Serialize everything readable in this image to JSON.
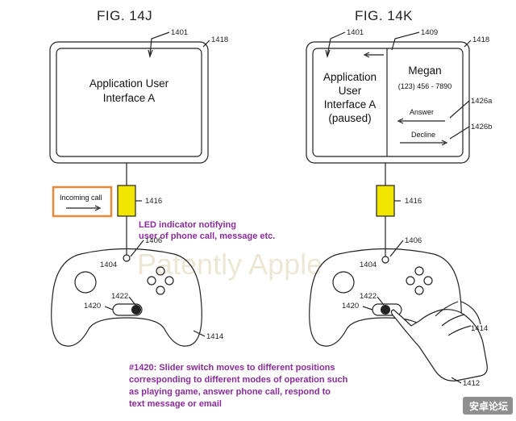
{
  "left": {
    "figure_label": "FIG. 14J",
    "refs": {
      "screen": "1401",
      "device": "1418",
      "led": "1416",
      "controller": "1414",
      "indicator": "1406",
      "stick": "1404",
      "switch": "1420",
      "switch_slot": "1422"
    },
    "screen_text": [
      "Application User",
      "Interface A"
    ],
    "incoming_call": "Incoming call"
  },
  "right": {
    "figure_label": "FIG. 14K",
    "refs": {
      "screen": "1401",
      "panel": "1409",
      "device": "1418",
      "answer": "1426a",
      "decline": "1426b",
      "led": "1416",
      "indicator": "1406",
      "stick": "1404",
      "switch": "1420",
      "switch_slot": "1422",
      "controller": "1414",
      "hand": "1412"
    },
    "screen_text": [
      "Application",
      "User",
      "Interface A",
      "(paused)"
    ],
    "caller_name": "Megan",
    "caller_number": "(123) 456 - 7890",
    "answer_label": "Answer",
    "decline_label": "Decline"
  },
  "led_note": [
    "LED indicator notifying",
    "user of phone call, message etc."
  ],
  "slider_note": [
    "#1420: Slider switch moves to different positions",
    "corresponding to different modes of operation such",
    "as playing game, answer phone call, respond to",
    "text message or email"
  ],
  "watermark": "Patently Apple",
  "corner_logo": "安卓论坛",
  "colors": {
    "led": "#f2e600",
    "note": "#8a2c9b",
    "callbox": "#e8893a"
  }
}
